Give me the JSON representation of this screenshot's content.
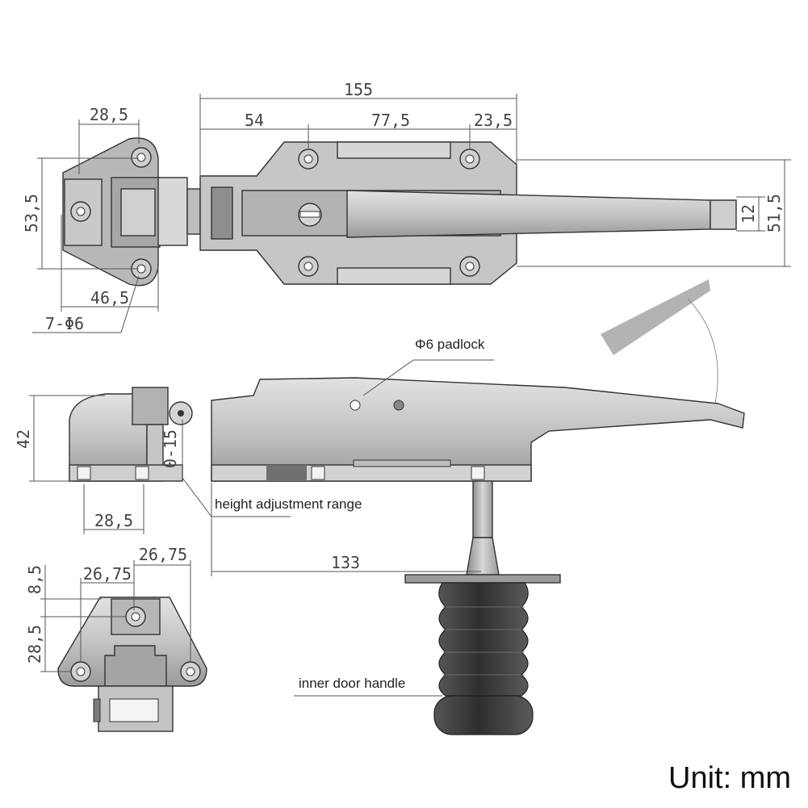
{
  "top_view": {
    "dim_28_5": "28,5",
    "dim_155": "155",
    "dim_54": "54",
    "dim_77_5": "77,5",
    "dim_23_5": "23,5",
    "dim_53_5": "53,5",
    "dim_46_5": "46,5",
    "dim_holes": "7-Φ6",
    "dim_12": "12",
    "dim_51_5": "51,5"
  },
  "side_view": {
    "padlock_label": "Φ6  padlock",
    "dim_42": "42",
    "dim_0_15": "0-15",
    "dim_28_5": "28,5",
    "height_adjustment_label": "height adjustment range",
    "dim_133": "133",
    "inner_handle_label": "inner door handle"
  },
  "bottom_view": {
    "dim_26_75_top": "26,75",
    "dim_26_75": "26,75",
    "dim_8_5": "8,5",
    "dim_28_5": "28,5"
  },
  "unit_label": "Unit: mm",
  "colors": {
    "metal_light": "#d4d4d4",
    "metal_mid": "#a9a9a9",
    "metal_dark": "#6a6a6a",
    "rubber": "#3a3a3a",
    "line": "#555555"
  }
}
